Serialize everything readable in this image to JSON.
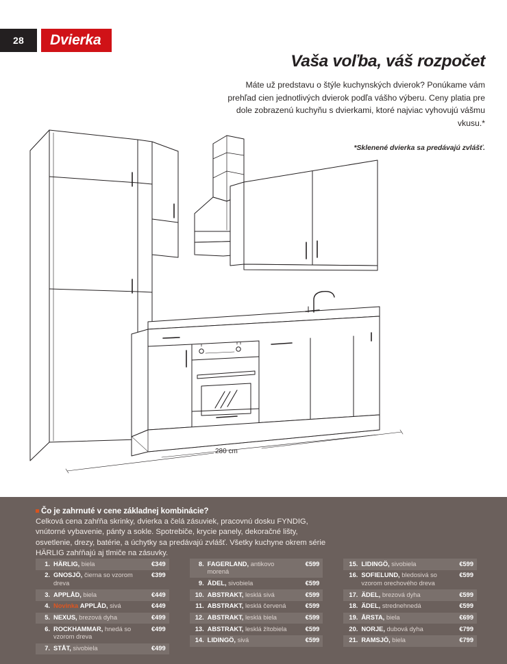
{
  "header": {
    "page_number": "28",
    "section_label": "Dvierka"
  },
  "intro": {
    "title": "Vaša voľba, váš rozpočet",
    "paragraph": "Máte už predstavu o štýle kuchynských dvierok? Ponúkame vám prehľad cien jednotlivých dvierok podľa vášho výberu. Ceny platia pre dole zobrazenú kuchyňu s dvierkami, ktoré najviac vyhovujú vášmu vkusu.*",
    "note": "*Sklenené dvierka sa predávajú zvlášť."
  },
  "illustration": {
    "dimension_label": "280 cm",
    "alt": "kitchen-line-drawing"
  },
  "footer": {
    "heading": "Čo je zahrnuté v cene základnej kombinácie?",
    "body": "Celková cena zahŕňa skrinky, dvierka a čelá zásuviek, pracovnú dosku FYNDIG, vnútorné vybavenie, pánty a sokle. Spotrebiče, krycie panely, dekoračné lišty, osvetlenie, drezy, batérie, a úchytky sa predávajú zvlášť. Všetky kuchyne okrem série HÄRLIG zahŕňajú aj tlmiče na zásuvky.",
    "bullet_color": "#d9531e",
    "panel_color": "#6b605c"
  },
  "price_list": {
    "columns": [
      [
        {
          "num": "1.",
          "name": "HÄRLIG,",
          "variant": " biela",
          "price": "€349",
          "new": false
        },
        {
          "num": "2.",
          "name": "GNOSJÖ,",
          "variant": " čierna so vzorom dreva",
          "price": "€399",
          "new": false
        },
        {
          "num": "3.",
          "name": "APPLÅD,",
          "variant": " biela",
          "price": "€449",
          "new": false
        },
        {
          "num": "4.",
          "name": "APPLÅD,",
          "variant": " sivá",
          "price": "€449",
          "new": true,
          "new_label": "Novinka"
        },
        {
          "num": "5.",
          "name": "NEXUS,",
          "variant": " brezová dyha",
          "price": "€499",
          "new": false
        },
        {
          "num": "6.",
          "name": "ROCKHAMMAR,",
          "variant": " hnedá so vzorom dreva",
          "price": "€499",
          "new": false
        },
        {
          "num": "7.",
          "name": "STÅT,",
          "variant": " sivobiela",
          "price": "€499",
          "new": false
        }
      ],
      [
        {
          "num": "8.",
          "name": "FAGERLAND,",
          "variant": " antikovo morená",
          "price": "€599",
          "new": false
        },
        {
          "num": "9.",
          "name": "ÄDEL,",
          "variant": " sivobiela",
          "price": "€599",
          "new": false
        },
        {
          "num": "10.",
          "name": "ABSTRAKT,",
          "variant": " lesklá sivá",
          "price": "€599",
          "new": false
        },
        {
          "num": "11.",
          "name": "ABSTRAKT,",
          "variant": " lesklá červená",
          "price": "€599",
          "new": false
        },
        {
          "num": "12.",
          "name": "ABSTRAKT,",
          "variant": " lesklá biela",
          "price": "€599",
          "new": false
        },
        {
          "num": "13.",
          "name": "ABSTRAKT,",
          "variant": " lesklá žltobiela",
          "price": "€599",
          "new": false
        },
        {
          "num": "14.",
          "name": "LIDINGÖ,",
          "variant": " sivá",
          "price": "€599",
          "new": false
        }
      ],
      [
        {
          "num": "15.",
          "name": "LIDINGÖ,",
          "variant": " sivobiela",
          "price": "€599",
          "new": false
        },
        {
          "num": "16.",
          "name": "SOFIELUND,",
          "variant": " bledosivá so vzorom orechového dreva",
          "price": "€599",
          "new": false
        },
        {
          "num": "17.",
          "name": "ÄDEL,",
          "variant": " brezová dyha",
          "price": "€599",
          "new": false
        },
        {
          "num": "18.",
          "name": "ÄDEL,",
          "variant": " strednehnedá",
          "price": "€599",
          "new": false
        },
        {
          "num": "19.",
          "name": "ÅRSTA,",
          "variant": " biela",
          "price": "€699",
          "new": false
        },
        {
          "num": "20.",
          "name": "NORJE,",
          "variant": " dubová dyha",
          "price": "€799",
          "new": false
        },
        {
          "num": "21.",
          "name": "RAMSJÖ,",
          "variant": " biela",
          "price": "€799",
          "new": false
        }
      ]
    ]
  }
}
